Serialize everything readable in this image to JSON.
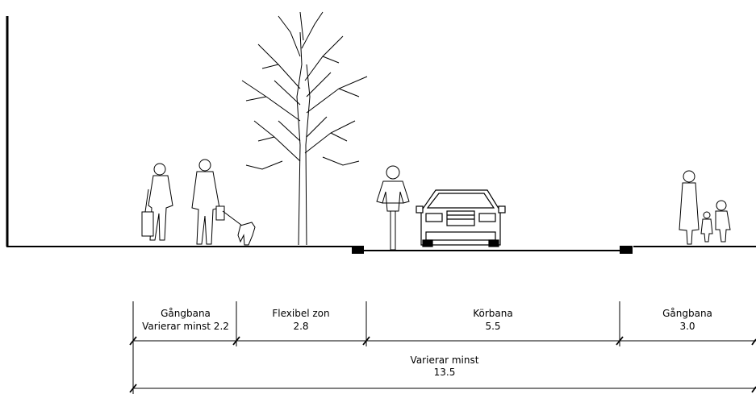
{
  "zones": [
    {
      "label": "Gångbana",
      "value": "Varierar minst 2.2"
    },
    {
      "label": "Flexibel zon",
      "value": "2.8"
    },
    {
      "label": "Körbana",
      "value": "5.5"
    },
    {
      "label": "Gångbana",
      "value": "3.0"
    }
  ],
  "total": {
    "label": "Varierar minst",
    "value": "13.5"
  }
}
